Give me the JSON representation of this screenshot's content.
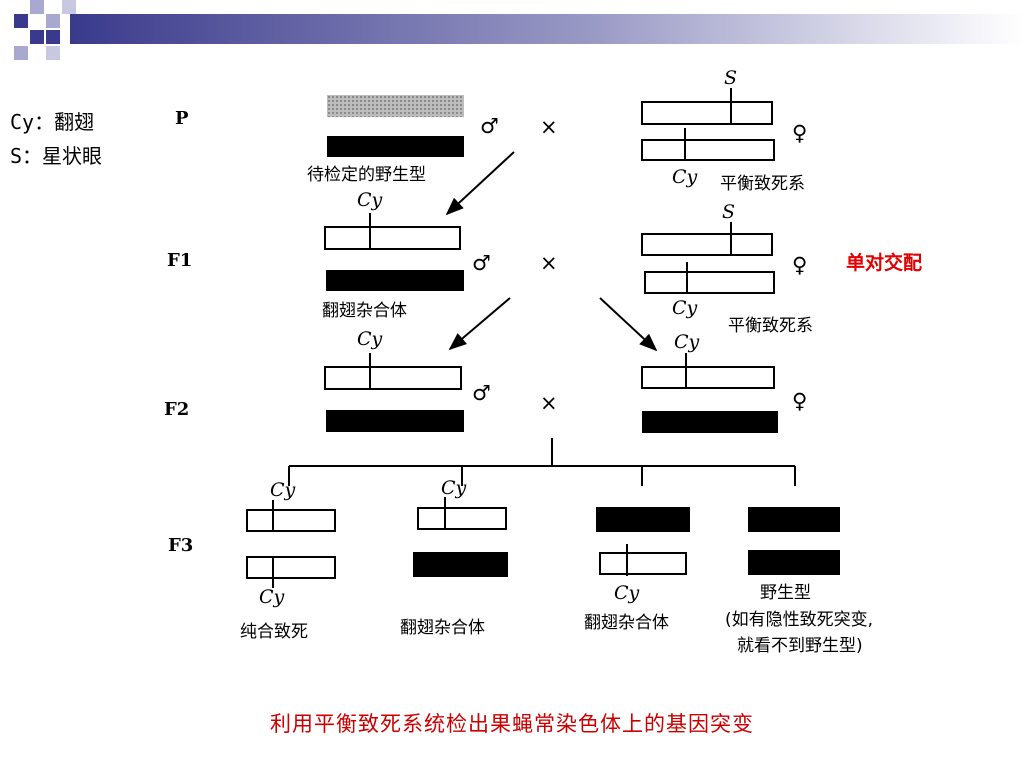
{
  "legend": {
    "line1": "Cy：翻翅",
    "line2": "S：星状眼"
  },
  "diagram": {
    "generations": [
      "P",
      "F1",
      "F2",
      "F3"
    ],
    "male_symbol": "♂",
    "female_symbol": "♀",
    "cross_symbol": "×",
    "gene_cy": "Cy",
    "gene_s": "S",
    "p_male_label": "待检定的野生型",
    "p_female_label": "平衡致死系",
    "f1_male_label": "翻翅杂合体",
    "f1_female_label": "平衡致死系",
    "f3_labels": [
      "纯合致死",
      "翻翅杂合体",
      "翻翅杂合体",
      "野生型"
    ],
    "f3_wildtype_note_line1": "(如有隐性致死突变,",
    "f3_wildtype_note_line2": "就看不到野生型)",
    "side_note": "单对交配"
  },
  "caption": "利用平衡致死系统检出果蝇常染色体上的基因突变",
  "colors": {
    "caption": "#cc0000",
    "side_note": "#e00000",
    "header_purple": "#3a3a8c"
  }
}
